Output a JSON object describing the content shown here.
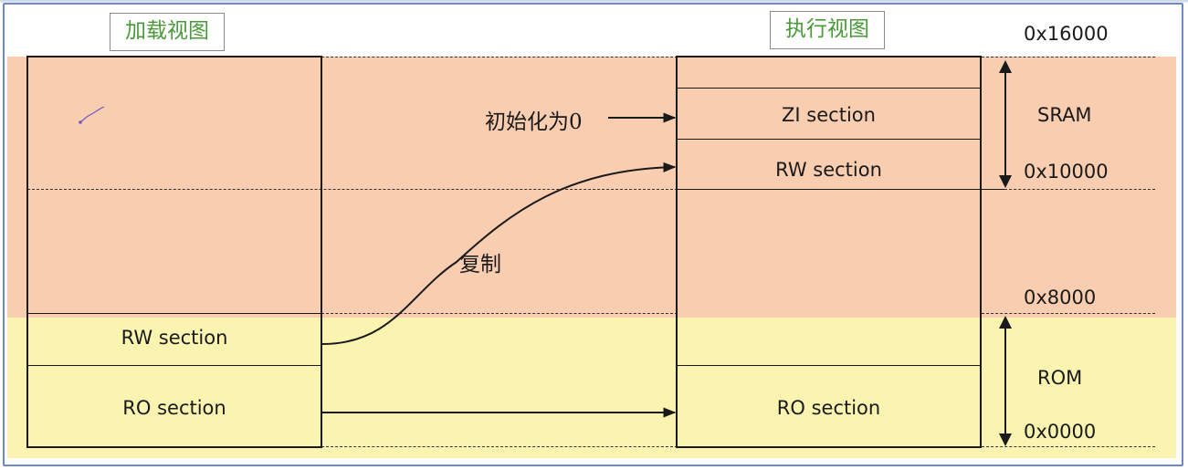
{
  "load_view": {
    "title": "加载视图",
    "sections": {
      "rw": "RW section",
      "ro": "RO section"
    }
  },
  "exec_view": {
    "title": "执行视图",
    "sections": {
      "zi": "ZI section",
      "rw": "RW section",
      "ro": "RO section"
    }
  },
  "addresses": {
    "a16000": "0x16000",
    "a10000": "0x10000",
    "a8000": "0x8000",
    "a0000": "0x0000"
  },
  "regions": {
    "sram": "SRAM",
    "rom": "ROM"
  },
  "annotations": {
    "init_zero": "初始化为0",
    "copy": "复制"
  },
  "colors": {
    "sram_band": "#f8cdb0",
    "rom_band": "#fbf4b0",
    "title_text": "#4a9a3a",
    "frame_border": "#6f88c8"
  }
}
